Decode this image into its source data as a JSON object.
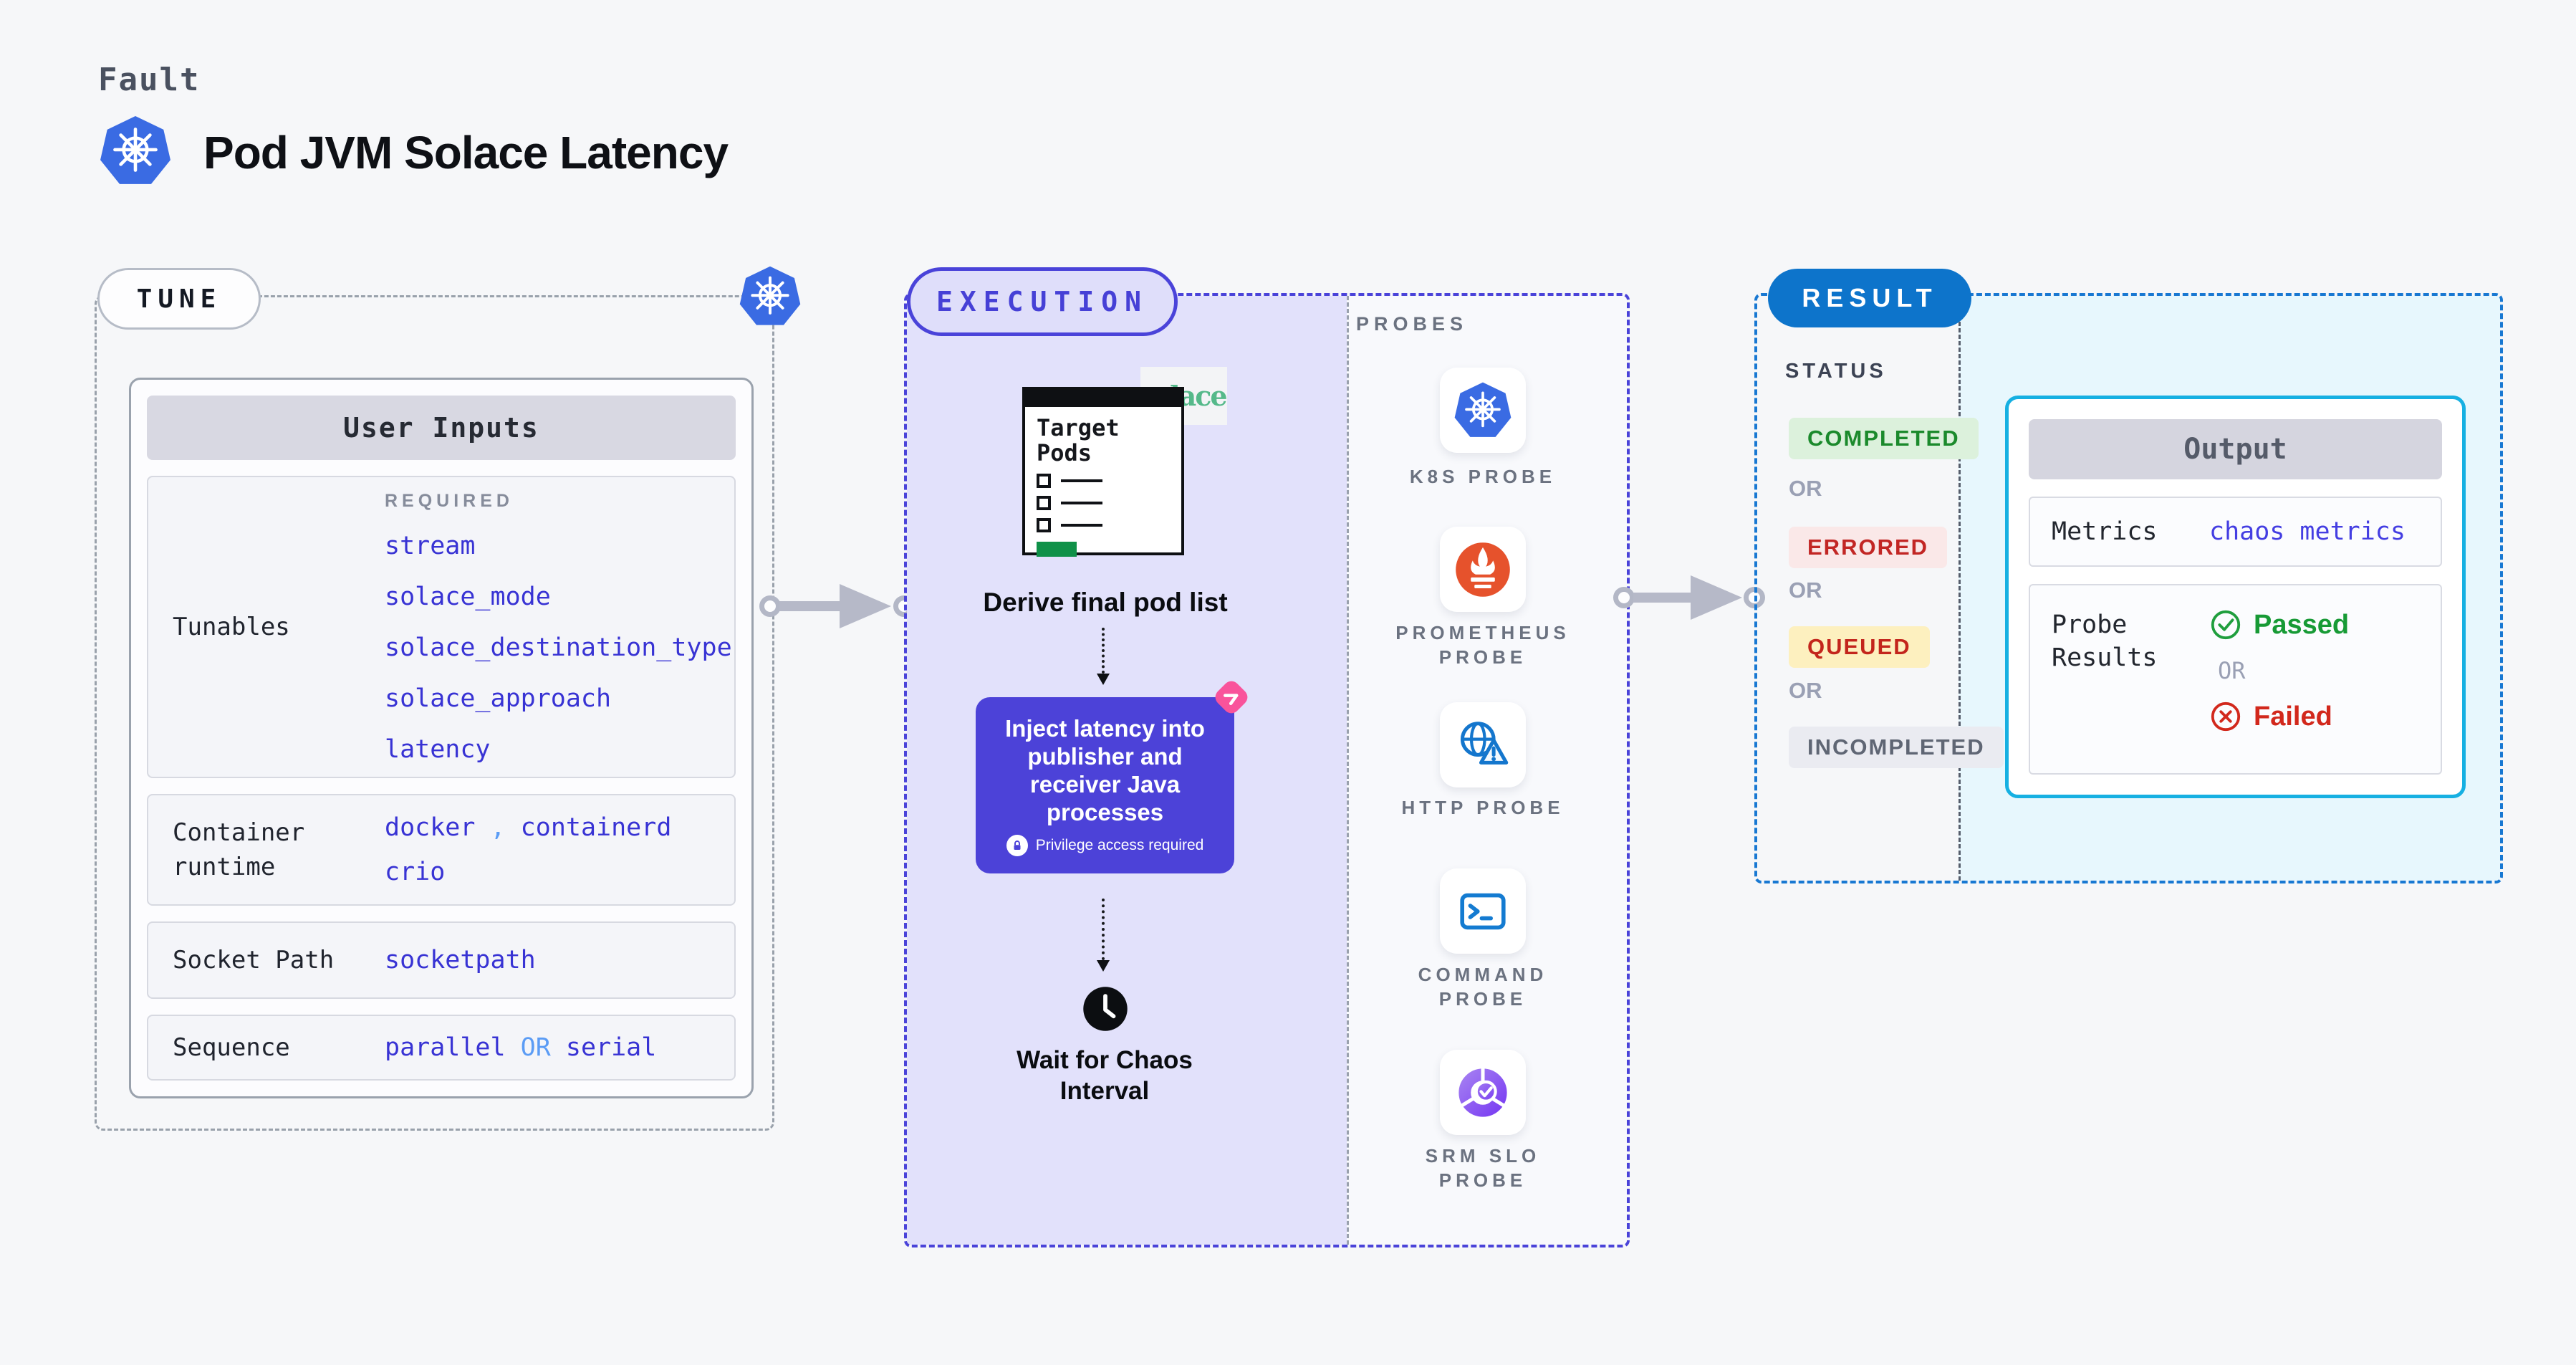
{
  "header": {
    "kicker": "Fault",
    "title": "Pod JVM Solace Latency"
  },
  "tune": {
    "badge": "TUNE",
    "card_title": "User Inputs",
    "tunables": {
      "label": "Tunables",
      "required_label": "REQUIRED",
      "values": [
        "stream",
        "solace_mode",
        "solace_destination_type",
        "solace_approach",
        "latency"
      ]
    },
    "container_runtime": {
      "label": "Container runtime",
      "value1": "docker",
      "separator": ",",
      "value2": "containerd",
      "value3": "crio"
    },
    "socket_path": {
      "label": "Socket Path",
      "value": "socketpath"
    },
    "sequence": {
      "label": "Sequence",
      "value1": "parallel",
      "or": "OR",
      "value2": "serial"
    }
  },
  "execution": {
    "badge": "EXECUTION",
    "solace_logo": "solace",
    "target_pods_title": "Target Pods",
    "derive_label": "Derive final pod list",
    "inject_text": "Inject latency into publisher and receiver Java processes",
    "privilege_text": "Privilege access required",
    "wait_label": "Wait for Chaos Interval",
    "probes_title": "PROBES",
    "probes": [
      {
        "name": "k8s",
        "lines": [
          "K8S PROBE"
        ]
      },
      {
        "name": "prometheus",
        "lines": [
          "PROMETHEUS",
          "PROBE"
        ]
      },
      {
        "name": "http",
        "lines": [
          "HTTP PROBE"
        ]
      },
      {
        "name": "command",
        "lines": [
          "COMMAND",
          "PROBE"
        ]
      },
      {
        "name": "srm-slo",
        "lines": [
          "SRM SLO",
          "PROBE"
        ]
      }
    ]
  },
  "result": {
    "badge": "RESULT",
    "status_title": "STATUS",
    "statuses": [
      "COMPLETED",
      "ERRORED",
      "QUEUED",
      "INCOMPLETED"
    ],
    "or": "OR",
    "output": {
      "title": "Output",
      "metrics_label": "Metrics",
      "metrics_value": "chaos metrics",
      "probe_results_label": "Probe Results",
      "passed": "Passed",
      "or": "OR",
      "failed": "Failed"
    }
  },
  "colors": {
    "page_bg": "#f6f7f9",
    "lavender_bg": "#e2e1fb",
    "indigo_accent": "#4a43d9",
    "inject_bg": "#4c42d8",
    "mono_blue": "#3833d4",
    "light_blue": "#5b9cf5",
    "result_blue": "#0d74cb",
    "result_dash_blue": "#1878d2",
    "cyan_border": "#16b0e2",
    "cyan_bg": "#e7f7fd",
    "k8s_blue": "#3a6be3",
    "prometheus_orange": "#e6522c",
    "solace_green": "#55b98a",
    "pink_accent": "#f9539b",
    "completed_green": "#1b8a2c",
    "errored_red": "#c22624",
    "queued_yellow_bg": "#fdf0bf",
    "passed_green": "#179a35",
    "failed_red": "#d2281c"
  }
}
